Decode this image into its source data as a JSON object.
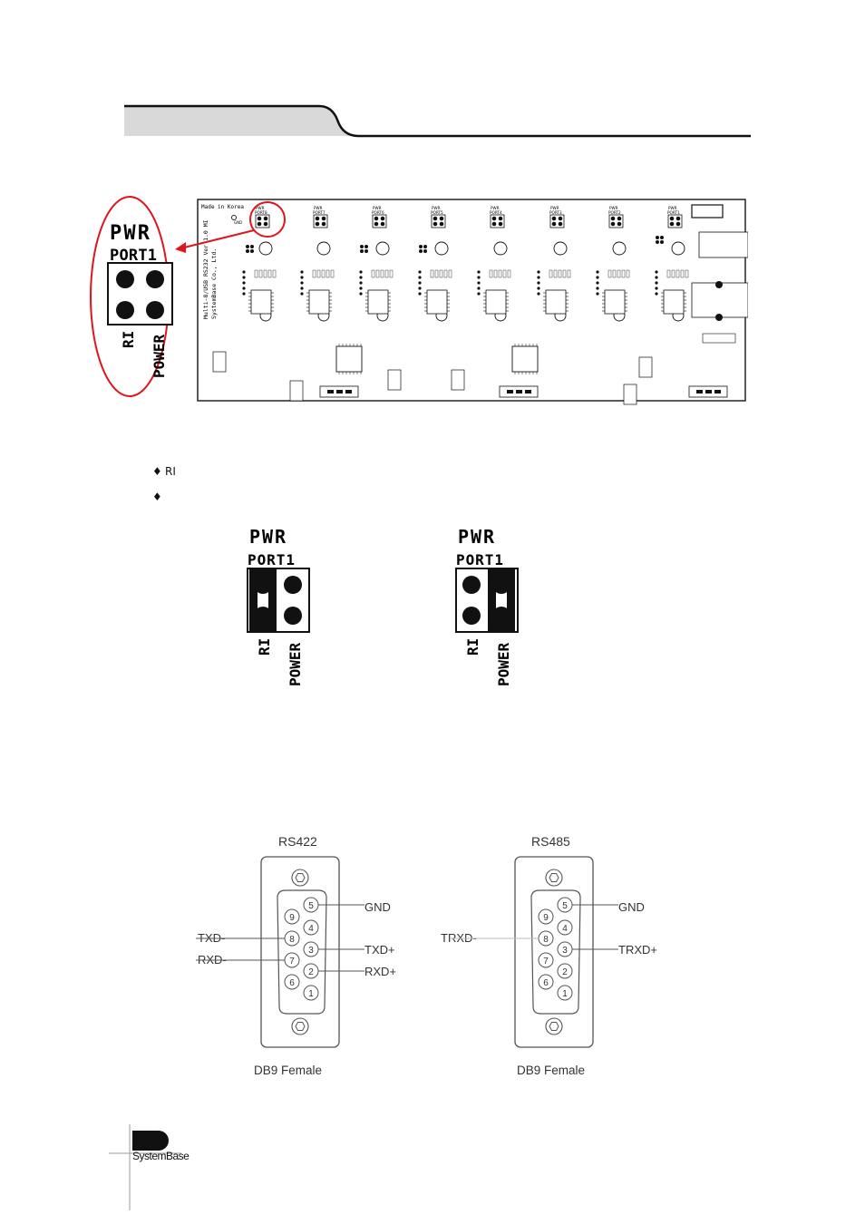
{
  "pcb": {
    "made_in": "Made in Korea",
    "board_name": "Multi-8/USB RS232 Ver 1.0 MI",
    "company": "SystemBase Co., Ltd.",
    "gnd": "GND",
    "pwr": "PWR",
    "ports": [
      "PORT8",
      "PORT7",
      "PORT6",
      "PORT5",
      "PORT4",
      "PORT3",
      "PORT2",
      "PORT1"
    ]
  },
  "jumper": {
    "pwr": "PWR",
    "port": "PORT1",
    "ri": "RI",
    "power": "POWER"
  },
  "bullets": [
    "RI",
    ""
  ],
  "connectors": [
    {
      "title": "RS422",
      "caption": "DB9 Female",
      "left_labels": [
        "TXD-",
        "RXD-"
      ],
      "right_labels": [
        "GND",
        "TXD+",
        "RXD+"
      ]
    },
    {
      "title": "RS485",
      "caption": "DB9 Female",
      "left_labels": [
        "TRXD-"
      ],
      "right_labels": [
        "GND",
        "TRXD+"
      ]
    }
  ],
  "footer": {
    "brand": "SystemBase"
  },
  "colors": {
    "annotation": "#e0141e",
    "header_gray": "#d9d9d9"
  }
}
